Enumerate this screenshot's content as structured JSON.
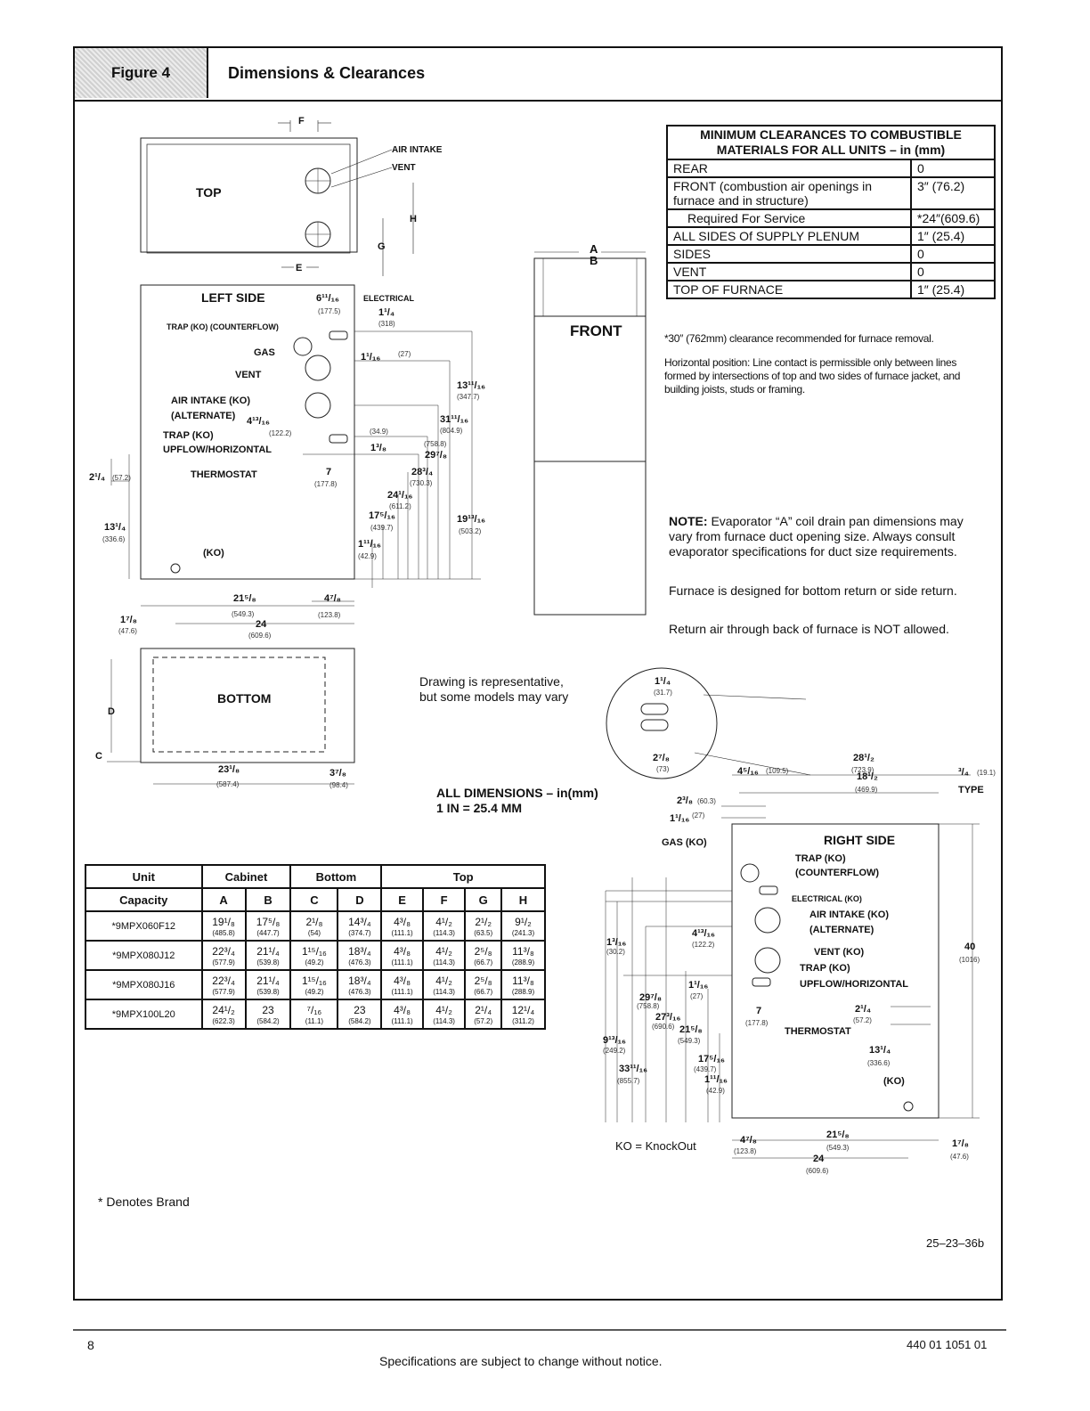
{
  "header": {
    "figure_label": "Figure 4",
    "title": "Dimensions & Clearances"
  },
  "clearances": {
    "title_line1": "MINIMUM CLEARANCES TO COMBUSTIBLE",
    "title_line2": "MATERIALS FOR ALL UNITS – in (mm)",
    "rows": [
      {
        "label": "REAR",
        "value": "0"
      },
      {
        "label": "FRONT (combustion air openings in furnace and in structure)",
        "value": "3″ (76.2)"
      },
      {
        "label": "Required For Service",
        "value": "*24″(609.6)"
      },
      {
        "label": "ALL SIDES Of SUPPLY PLENUM",
        "value": "1″ (25.4)"
      },
      {
        "label": "SIDES",
        "value": "0"
      },
      {
        "label": "VENT",
        "value": "0"
      },
      {
        "label": "TOP OF FURNACE",
        "value": "1″ (25.4)"
      }
    ],
    "footnote": "*30″ (762mm) clearance recommended for furnace removal.",
    "horizontal_note": "Horizontal position: Line contact is permissible only between lines formed by intersections of top and two sides of furnace jacket, and building joists, studs or framing."
  },
  "notes": {
    "note_label": "NOTE:",
    "note_text": " Evaporator “A” coil drain pan dimensions may vary from furnace duct opening size. Always consult evaporator specifications for duct size requirements.",
    "return_note": "Furnace is designed for bottom return or side return.",
    "back_note": "Return air through back of furnace is NOT allowed.",
    "representative_line1": "Drawing is representative,",
    "representative_line2": "but some models may vary",
    "all_dims_line1": "ALL DIMENSIONS – in(mm)",
    "all_dims_line2": "1 IN = 25.4 MM",
    "ko_note": "KO = KnockOut"
  },
  "diagram_labels": {
    "top": "TOP",
    "left_side": "LEFT SIDE",
    "bottom": "BOTTOM",
    "front": "FRONT",
    "right_side": "RIGHT SIDE",
    "air_intake": "AIR INTAKE",
    "vent": "VENT",
    "electrical": "ELECTRICAL",
    "trap_counterflow": "TRAP (KO) (COUNTERFLOW)",
    "gas": "GAS",
    "air_intake_ko": "AIR INTAKE (KO)",
    "alternate": "(ALTERNATE)",
    "trap_ko": "TRAP (KO)",
    "upflow_horizontal": "UPFLOW/HORIZONTAL",
    "thermostat": "THERMOSTAT",
    "ko": "(KO)",
    "gas_ko": "GAS (KO)",
    "trap_ko_rs": "TRAP (KO)",
    "counterflow_rs": "(COUNTERFLOW)",
    "electrical_ko": "ELECTRICAL (KO)",
    "air_intake_ko_rs": "AIR INTAKE (KO)",
    "alternate_rs": "(ALTERNATE)",
    "vent_ko": "VENT (KO)",
    "trap_ko_rs2": "TRAP (KO)",
    "upflow_horizontal_rs": "UPFLOW/HORIZONTAL",
    "thermostat_rs": "THERMOSTAT",
    "ko_rs": "(KO)",
    "type": "TYPE",
    "F": "F",
    "E": "E",
    "G": "G",
    "H": "H",
    "A": "A",
    "B": "B",
    "C": "C",
    "D": "D"
  },
  "dimensions_left": [
    {
      "in": "6¹¹/₁₆",
      "mm": "(177.5)"
    },
    {
      "in": "1¹/₄",
      "mm": "(318)"
    },
    {
      "in": "1¹/₁₆",
      "mm": "(27)"
    },
    {
      "in": "13¹¹/₁₆",
      "mm": "(347.7)"
    },
    {
      "in": "4¹³/₁₆",
      "mm": "(122.2)"
    },
    {
      "in": "31¹¹/₁₆",
      "mm": "(804.9)"
    },
    {
      "in": "1³/₈",
      "mm": "(34.9)"
    },
    {
      "in": "29⁷/₈",
      "mm": "(758.8)"
    },
    {
      "in": "7",
      "mm": "(177.8)"
    },
    {
      "in": "28³/₄",
      "mm": "(730.3)"
    },
    {
      "in": "24¹/₁₆",
      "mm": "(611.2)"
    },
    {
      "in": "17⁵/₁₆",
      "mm": "(439.7)"
    },
    {
      "in": "19¹³/₁₆",
      "mm": "(503.2)"
    },
    {
      "in": "1¹¹/₁₆",
      "mm": "(42.9)"
    },
    {
      "in": "2¹/₄",
      "mm": "(57.2)"
    },
    {
      "in": "13¹/₄",
      "mm": "(336.6)"
    },
    {
      "in": "21⁵/₈",
      "mm": "(549.3)"
    },
    {
      "in": "4⁷/₈",
      "mm": "(123.8)"
    },
    {
      "in": "24",
      "mm": "(609.6)"
    },
    {
      "in": "1⁷/₈",
      "mm": "(47.6)"
    },
    {
      "in": "23¹/₈",
      "mm": "(587.4)"
    },
    {
      "in": "3⁷/₈",
      "mm": "(98.4)"
    }
  ],
  "dimensions_right": [
    {
      "in": "1¹/₄",
      "mm": "(31.7)"
    },
    {
      "in": "2⁷/₈",
      "mm": "(73)"
    },
    {
      "in": "4⁵/₁₆",
      "mm": "(109.5)"
    },
    {
      "in": "28¹/₂",
      "mm": "(723.9)"
    },
    {
      "in": "18¹/₂",
      "mm": "(469.9)"
    },
    {
      "in": "³/₄",
      "mm": "(19.1)"
    },
    {
      "in": "2³/₈",
      "mm": "(60.3)"
    },
    {
      "in": "1¹/₁₆",
      "mm": "(27)"
    },
    {
      "in": "1³/₁₆",
      "mm": "(30.2)"
    },
    {
      "in": "4¹³/₁₆",
      "mm": "(122.2)"
    },
    {
      "in": "40",
      "mm": "(1016)"
    },
    {
      "in": "1¹/₁₆",
      "mm": "(27)"
    },
    {
      "in": "29⁷/₈",
      "mm": "(758.8)"
    },
    {
      "in": "27³/₁₆",
      "mm": "(690.6)"
    },
    {
      "in": "21⁵/₈",
      "mm": "(549.3)"
    },
    {
      "in": "7",
      "mm": "(177.8)"
    },
    {
      "in": "2¹/₄",
      "mm": "(57.2)"
    },
    {
      "in": "9¹³/₁₆",
      "mm": "(249.2)"
    },
    {
      "in": "17⁵/₁₆",
      "mm": "(439.7)"
    },
    {
      "in": "13¹/₄",
      "mm": "(336.6)"
    },
    {
      "in": "33¹¹/₁₆",
      "mm": "(855.7)"
    },
    {
      "in": "1¹¹/₁₆",
      "mm": "(42.9)"
    },
    {
      "in": "4⁷/₈",
      "mm": "(123.8)"
    },
    {
      "in": "21⁵/₈",
      "mm": "(549.3)"
    },
    {
      "in": "24",
      "mm": "(609.6)"
    },
    {
      "in": "1⁷/₈",
      "mm": "(47.6)"
    }
  ],
  "dim_table": {
    "headers": {
      "unit": "Unit",
      "capacity": "Capacity",
      "cabinet": "Cabinet",
      "bottom": "Bottom",
      "top": "Top",
      "cols": [
        "A",
        "B",
        "C",
        "D",
        "E",
        "F",
        "G",
        "H"
      ]
    },
    "rows": [
      {
        "unit": "*9MPX060F12",
        "cells": [
          [
            "19¹/₈",
            "(485.8)"
          ],
          [
            "17⁵/₈",
            "(447.7)"
          ],
          [
            "2¹/₈",
            "(54)"
          ],
          [
            "14³/₄",
            "(374.7)"
          ],
          [
            "4³/₈",
            "(111.1)"
          ],
          [
            "4¹/₂",
            "(114.3)"
          ],
          [
            "2¹/₂",
            "(63.5)"
          ],
          [
            "9¹/₂",
            "(241.3)"
          ]
        ]
      },
      {
        "unit": "*9MPX080J12",
        "cells": [
          [
            "22³/₄",
            "(577.9)"
          ],
          [
            "21¹/₄",
            "(539.8)"
          ],
          [
            "1¹⁵/₁₆",
            "(49.2)"
          ],
          [
            "18³/₄",
            "(476.3)"
          ],
          [
            "4³/₈",
            "(111.1)"
          ],
          [
            "4¹/₂",
            "(114.3)"
          ],
          [
            "2⁵/₈",
            "(66.7)"
          ],
          [
            "11³/₈",
            "(288.9)"
          ]
        ]
      },
      {
        "unit": "*9MPX080J16",
        "cells": [
          [
            "22³/₄",
            "(577.9)"
          ],
          [
            "21¹/₄",
            "(539.8)"
          ],
          [
            "1¹⁵/₁₆",
            "(49.2)"
          ],
          [
            "18³/₄",
            "(476.3)"
          ],
          [
            "4³/₈",
            "(111.1)"
          ],
          [
            "4¹/₂",
            "(114.3)"
          ],
          [
            "2⁵/₈",
            "(66.7)"
          ],
          [
            "11³/₈",
            "(288.9)"
          ]
        ]
      },
      {
        "unit": "*9MPX100L20",
        "cells": [
          [
            "24¹/₂",
            "(622.3)"
          ],
          [
            "23",
            "(584.2)"
          ],
          [
            "⁷/₁₆",
            "(11.1)"
          ],
          [
            "23",
            "(584.2)"
          ],
          [
            "4³/₈",
            "(111.1)"
          ],
          [
            "4¹/₂",
            "(114.3)"
          ],
          [
            "2¹/₄",
            "(57.2)"
          ],
          [
            "12¹/₄",
            "(311.2)"
          ]
        ]
      }
    ]
  },
  "footer": {
    "denotes_brand": "* Denotes Brand",
    "drawing_id": "25–23–36b",
    "page_number": "8",
    "doc_number": "440 01 1051 01",
    "disclaimer": "Specifications are subject to change without notice."
  }
}
